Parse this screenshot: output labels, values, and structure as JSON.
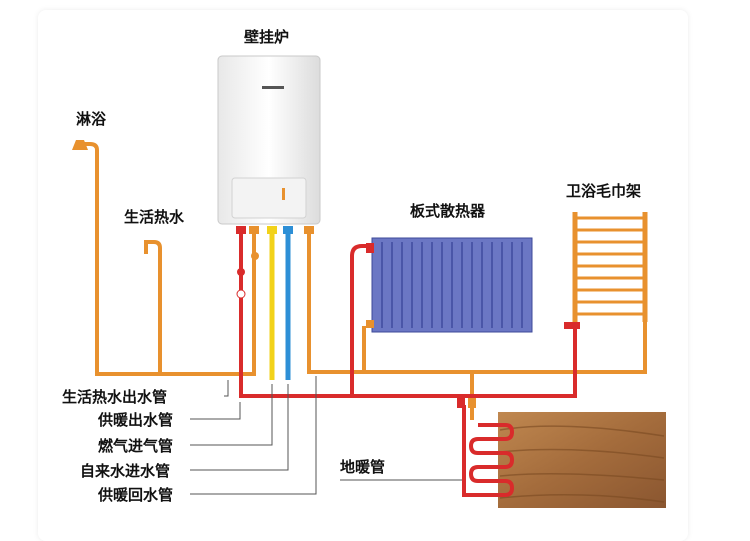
{
  "diagram": {
    "labels": {
      "boiler": "壁挂炉",
      "shower": "淋浴",
      "domestic_hot_water": "生活热水",
      "panel_radiator": "板式散热器",
      "towel_rack": "卫浴毛巾架",
      "floor_heating": "地暖管"
    },
    "pipe_labels": [
      "生活热水出水管",
      "供暖出水管",
      "燃气进气管",
      "自来水进水管",
      "供暖回水管"
    ],
    "colors": {
      "hot_domestic": "#e8912e",
      "heating_supply": "#d92b2b",
      "gas": "#f2d21a",
      "cold_water": "#2d8fd6",
      "heating_return": "#e8912e",
      "radiator": "#6b77c4",
      "wood": "#a0693a"
    }
  }
}
